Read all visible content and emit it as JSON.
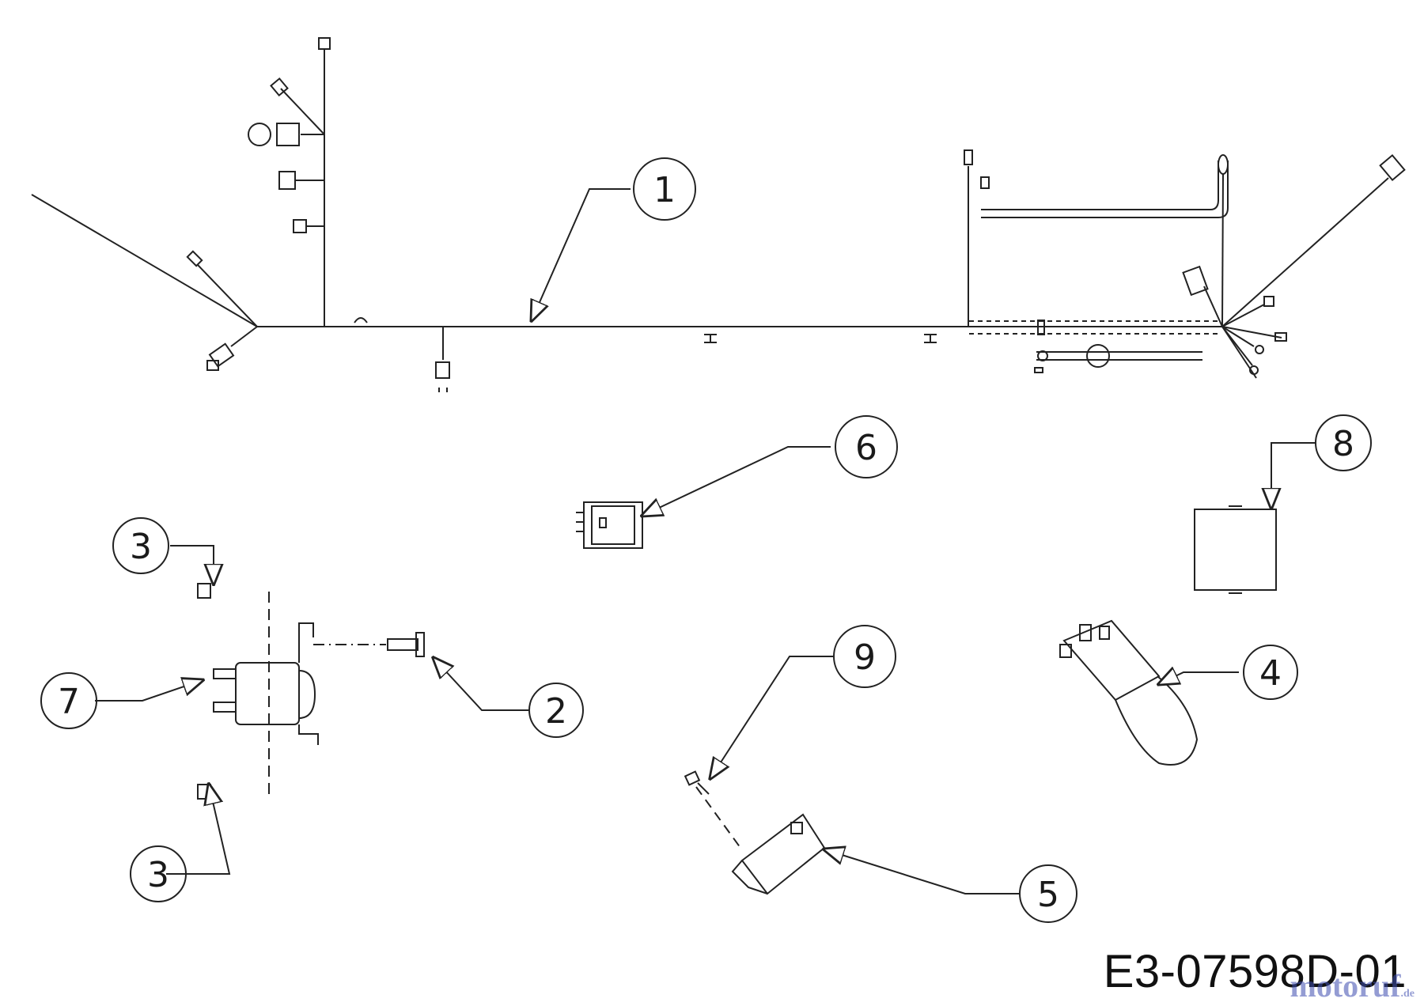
{
  "callouts": [
    {
      "label": "1"
    },
    {
      "label": "2"
    },
    {
      "label": "3"
    },
    {
      "label": "3"
    },
    {
      "label": "4"
    },
    {
      "label": "5"
    },
    {
      "label": "6"
    },
    {
      "label": "7"
    },
    {
      "label": "8"
    },
    {
      "label": "9"
    }
  ],
  "reference_code": "E3-07598D-01",
  "watermark": {
    "main": "motoruf",
    "suffix": ".de",
    "color": "#3d4db0"
  }
}
